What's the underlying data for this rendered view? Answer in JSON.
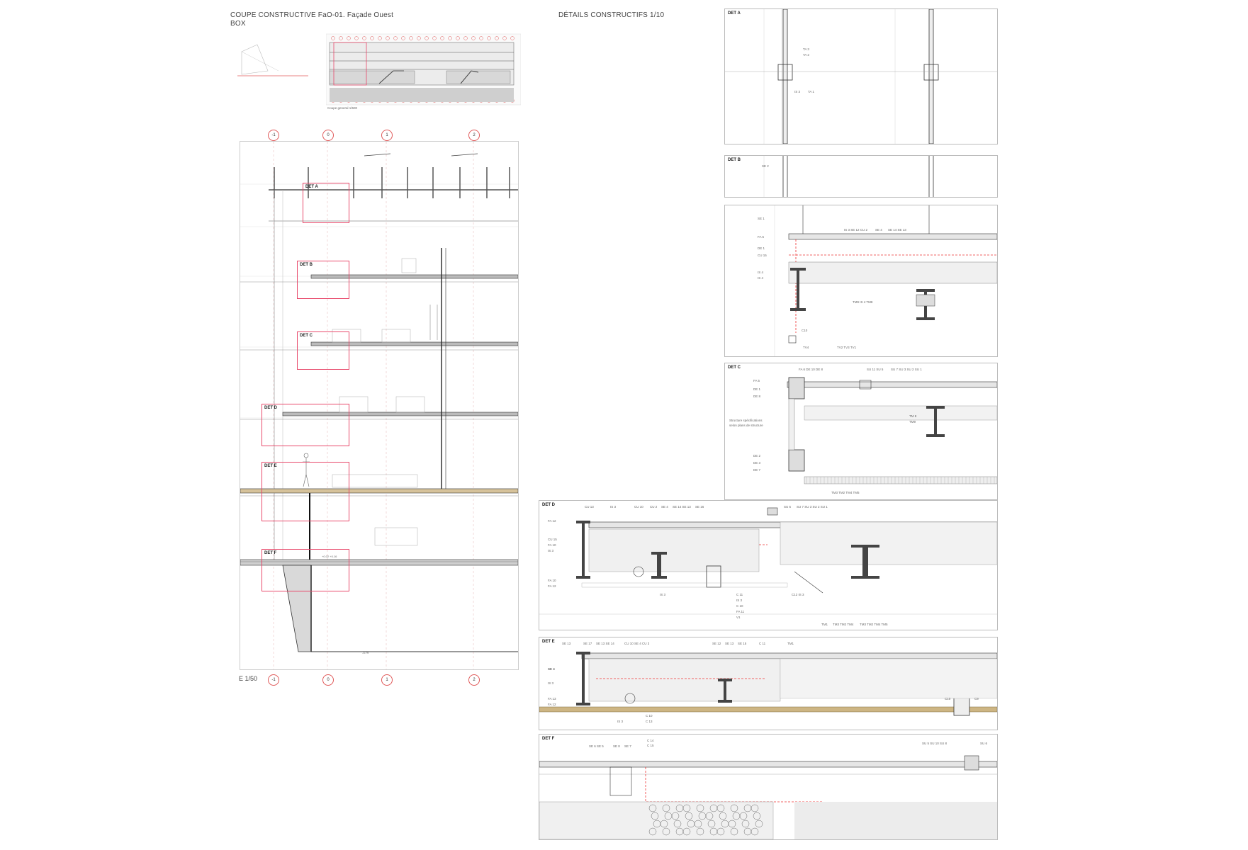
{
  "header": {
    "section_title": "COUPE CONSTRUCTIVE FaO-01. Façade Ouest",
    "section_sub": "BOX",
    "details_title": "DÉTAILS CONSTRUCTIFS 1/10"
  },
  "overview": {
    "caption": "Coupe general 1/500"
  },
  "section": {
    "scale": "E 1/50",
    "axes": [
      "-1",
      "0",
      "1",
      "2"
    ],
    "boxes": [
      "DET A",
      "DET B",
      "DET C",
      "DET D",
      "DET E",
      "DET F"
    ]
  },
  "panels": {
    "a": {
      "label": "DET A",
      "notes": [
        "TA 3",
        "TA 2",
        "IS 3",
        "TA 1"
      ]
    },
    "b": {
      "label": "DET B",
      "notes": [
        "SE 2"
      ]
    },
    "b2": {
      "label": "",
      "notes": [
        "SE 1",
        "FA 5",
        "DE 1",
        "CU 15",
        "IS 4",
        "IS 4",
        "IS 3 SE 12 CU 2",
        "SE 4",
        "SE 14 SE 13",
        "TM9 IS 4 TM8",
        "TV4",
        "TV2 TV3 TV1",
        "C10"
      ]
    },
    "c": {
      "label": "DET C",
      "notes": [
        "FA 5",
        "DE 1",
        "DE 8",
        "FA 6 DE 10 DE 8",
        "SU 11 SU 5",
        "SU 7 SU 3 SU 2 SU 1",
        "Structure spécifications",
        "selon plans de structure",
        "TM 8",
        "TM9",
        "DE 2",
        "DE 3",
        "DE 7",
        "TM3 TM2 TM4 TM5"
      ]
    },
    "d": {
      "label": "DET D",
      "notes": [
        "FA 12",
        "CU 13",
        "IS 3",
        "CU 10",
        "CU 2",
        "SE 4",
        "SE 14 SE 13",
        "SE 16",
        "SU 5",
        "SU 7 SU 3 SU 2 SU 1",
        "CU 15",
        "FA 10",
        "IS 3",
        "FA 10",
        "FA 12",
        "IS 3",
        "C 11",
        "IS 3",
        "C 10",
        "FA 11",
        "V1",
        "C12 IS 3",
        "TM1",
        "TM3 TM2 TM4",
        "TM3 TM2 TM4 TM5"
      ]
    },
    "e": {
      "label": "DET E",
      "notes": [
        "SE 13",
        "SE 4",
        "SE 17",
        "SE 13 SE 14",
        "CU 10 SE 4 CU 3",
        "SE 12",
        "SE 13",
        "SE 15",
        "C 11",
        "TM1",
        "SE 4",
        "IS 3",
        "FA 13",
        "FA 12",
        "C 10",
        "IS 3",
        "C 13",
        "C10",
        "C9"
      ]
    },
    "f": {
      "label": "DET F",
      "notes": [
        "SE 6 SE 5",
        "SE 8",
        "SE 7",
        "C 14",
        "C 15",
        "SU 5 SU 10 SU 8",
        "SU 6"
      ]
    }
  }
}
